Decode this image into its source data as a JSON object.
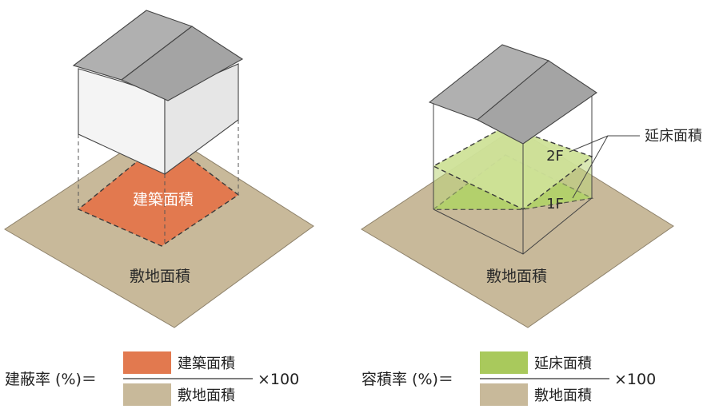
{
  "left": {
    "site_label": "敷地面積",
    "building_label": "建築面積"
  },
  "right": {
    "site_label": "敷地面積",
    "floor_label_2f": "2F",
    "floor_label_1f": "1F",
    "callout_label": "延床面積"
  },
  "formula_left": {
    "name": "建蔽率 (%)＝",
    "numerator": "建築面積",
    "denominator": "敷地面積",
    "multiplier": "×100"
  },
  "formula_right": {
    "name": "容積率 (%)＝",
    "numerator": "延床面積",
    "denominator": "敷地面積",
    "multiplier": "×100"
  },
  "colors": {
    "site": "#c8b99a",
    "building_area": "#e2794f",
    "floor_green": "#a9c95c",
    "floor_light": "#cfe29a",
    "roof": "#a6a6a6",
    "wall": "#f2f2f2"
  }
}
